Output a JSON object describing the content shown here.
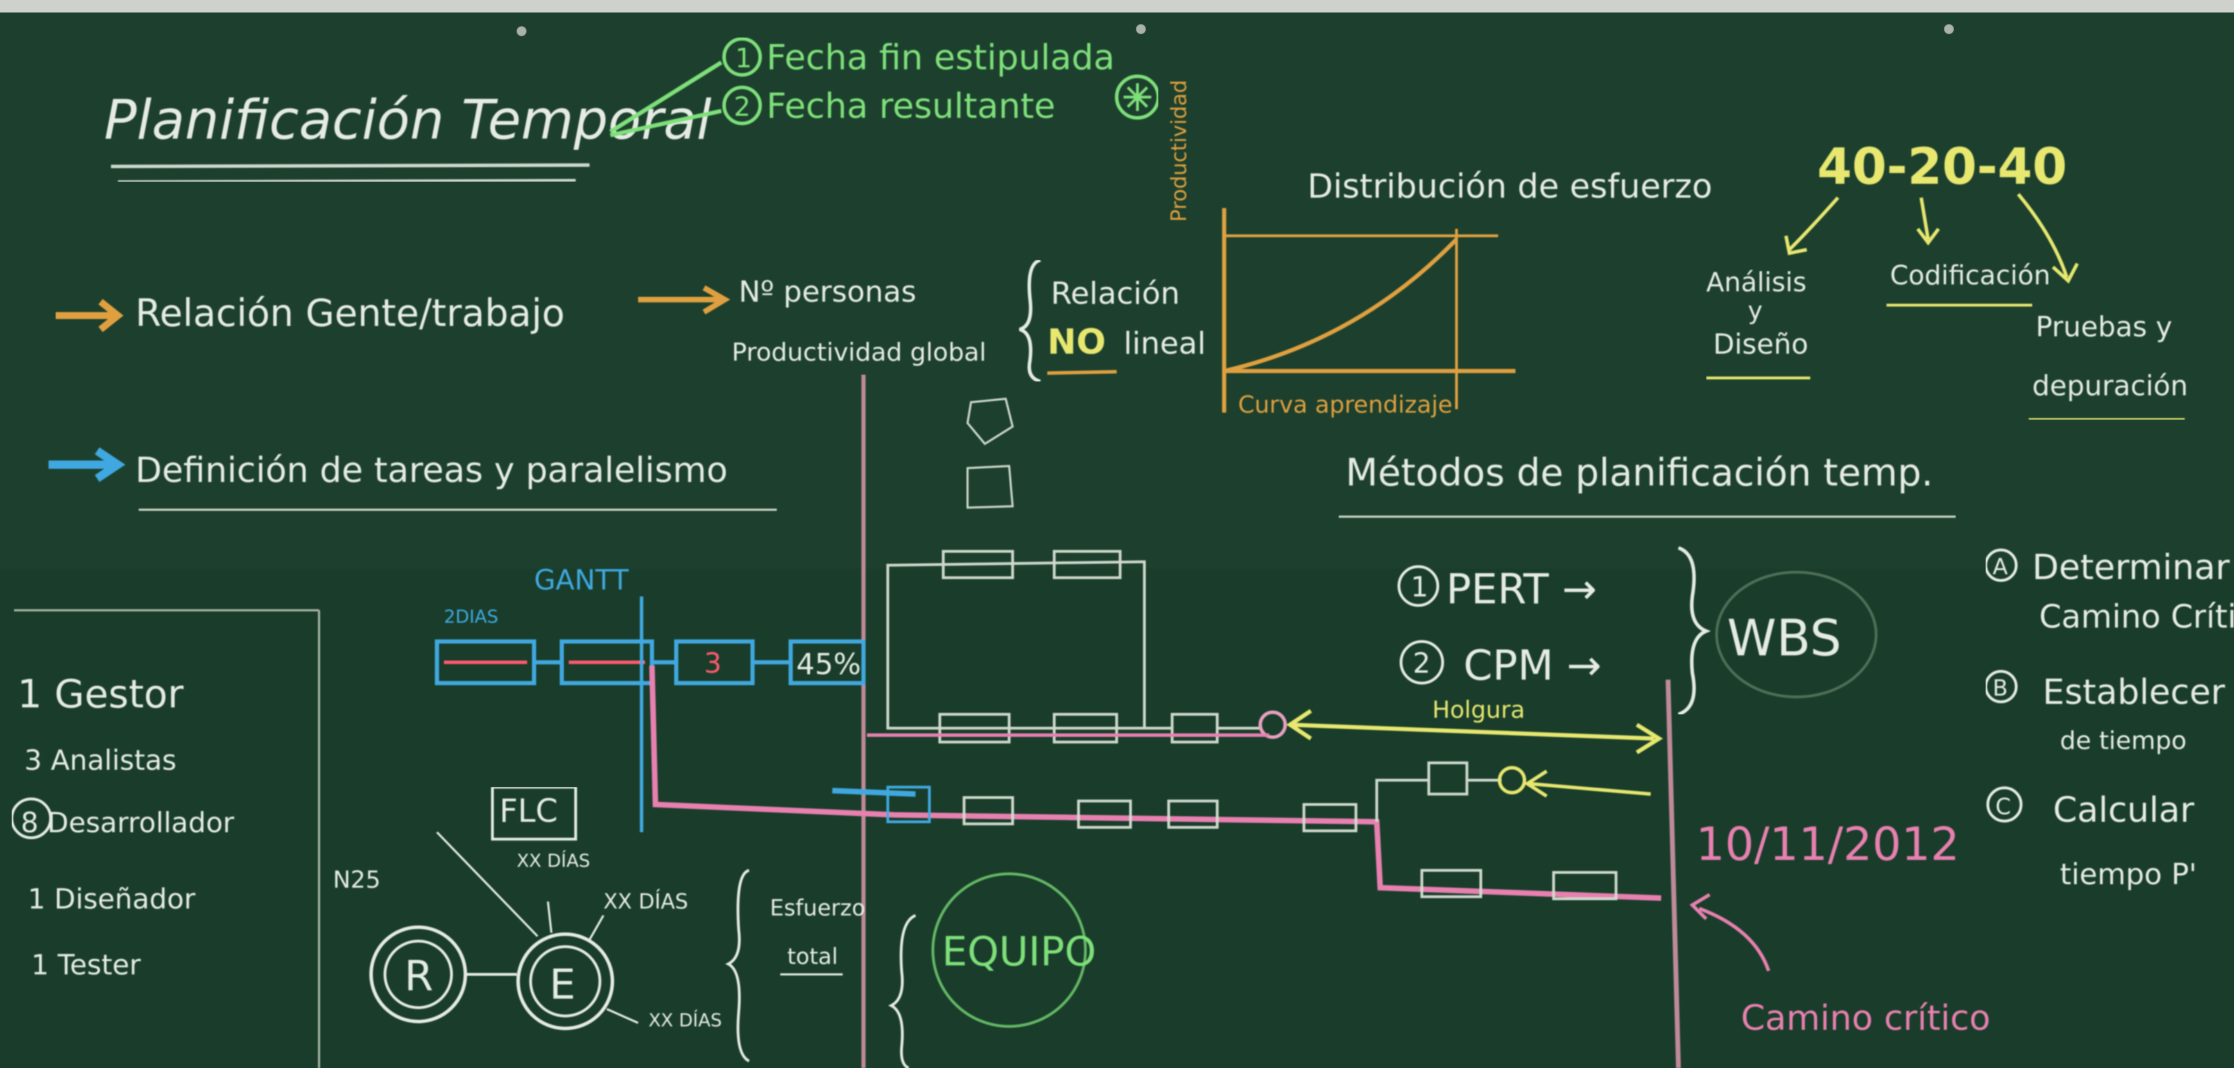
{
  "title": {
    "main": "Planificación Temporal",
    "option1": "Fecha fin estipulada",
    "option2": "Fecha resultante",
    "num1": "1",
    "num2": "2"
  },
  "relacion": {
    "label": "Relación Gente/trabajo",
    "people": "Nº personas",
    "productivity": "Productividad global",
    "relation": "Relación",
    "no": "NO",
    "lineal": "lineal"
  },
  "curve": {
    "title": "Distribución de esfuerzo",
    "ylabel": "Productividad",
    "xlabel": "Curva aprendizaje"
  },
  "rule": {
    "ratio": "40-20-40",
    "analysis": "Análisis",
    "y": "y",
    "design": "Diseño",
    "coding": "Codificación",
    "tests": "Pruebas y",
    "debug": "depuración"
  },
  "tasks": {
    "label": "Definición de tareas y paralelismo",
    "gantt": "GANTT",
    "days": "2DIAS",
    "box3": "3",
    "pct": "45%",
    "holgura": "Holgura",
    "date": "10/11/2012",
    "critical": "Camino crítico"
  },
  "methods": {
    "title": "Métodos de planificación temp.",
    "pert": "PERT →",
    "cpm": "CPM →",
    "n1": "1",
    "n2": "2",
    "wbs": "WBS"
  },
  "steps": {
    "a": "A",
    "a_text1": "Determinar",
    "a_text2": "Camino Crítico",
    "b": "B",
    "b_text1": "Establecer",
    "b_text2": "de tiempo",
    "c": "C",
    "c_text1": "Calcular",
    "c_text2": "tiempo P'"
  },
  "roles": {
    "r1": "1 Gestor",
    "r2": "3 Analistas",
    "r3": "8 Desarrollador",
    "r4": "1 Diseñador",
    "r5": "1 Tester"
  },
  "team": {
    "flc": "FLC",
    "xxdias1": "XX DÍAS",
    "xxdias2": "XX DÍAS",
    "xxdias3": "XX DÍAS",
    "n25": "N25",
    "r": "R",
    "e": "E",
    "esfuerzo": "Esfuerzo",
    "total": "total",
    "equipo": "EQUIPO"
  },
  "colors": {
    "board": "#1b3f2c",
    "white": "#e6ece4",
    "green": "#7fe07a",
    "orange": "#e0a040",
    "yellow": "#e8e870",
    "blue": "#3fa8e0",
    "pink": "#e880b0",
    "red": "#ff5a6e"
  }
}
